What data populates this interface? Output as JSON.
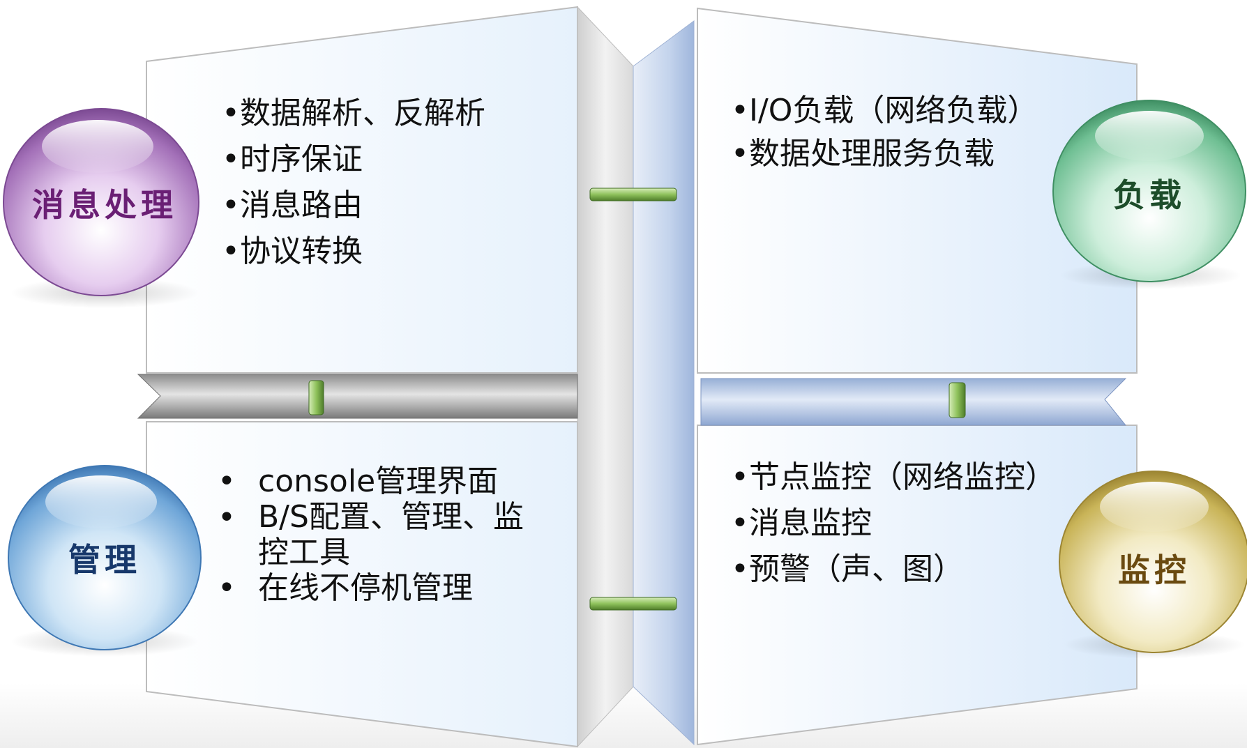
{
  "quadrants": {
    "message_processing": {
      "title": "消息处理",
      "title_color": "#6a1f74",
      "items": [
        "•数据解析、反解析",
        "•时序保证",
        "•消息路由",
        "•协议转换"
      ]
    },
    "load": {
      "title": "负载",
      "title_color": "#1d4d2a",
      "items": [
        "•I/O负载（网络负载）",
        "•数据处理服务负载"
      ]
    },
    "management": {
      "title": "管理",
      "title_color": "#17386b",
      "bullet": "•",
      "items": [
        "console管理界面",
        "B/S配置、管理、监",
        "控工具",
        "在线不停机管理"
      ]
    },
    "monitoring": {
      "title": "监控",
      "title_color": "#6a4a10",
      "items": [
        "•节点监控（网络监控）",
        "•消息监控",
        "•预警（声、图）"
      ]
    }
  },
  "icons": {
    "sphere_purple": "sphere-icon",
    "sphere_green": "sphere-icon",
    "sphere_blue": "sphere-icon",
    "sphere_gold": "sphere-icon"
  }
}
